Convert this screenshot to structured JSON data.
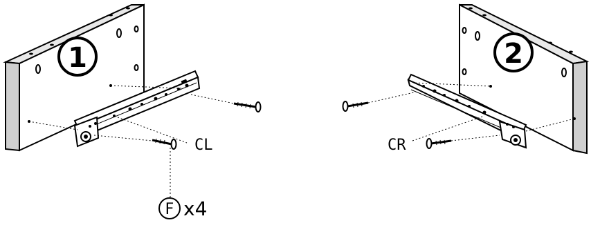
{
  "steps": [
    {
      "number": "1",
      "rail_label": "CL"
    },
    {
      "number": "2",
      "rail_label": "CR"
    }
  ],
  "fastener": {
    "letter": "F",
    "quantity": "x4"
  },
  "colors": {
    "line": "#000000",
    "panel_top": "#e8e8e8",
    "panel_side": "#cfcfcf",
    "panel_face": "#ffffff"
  }
}
